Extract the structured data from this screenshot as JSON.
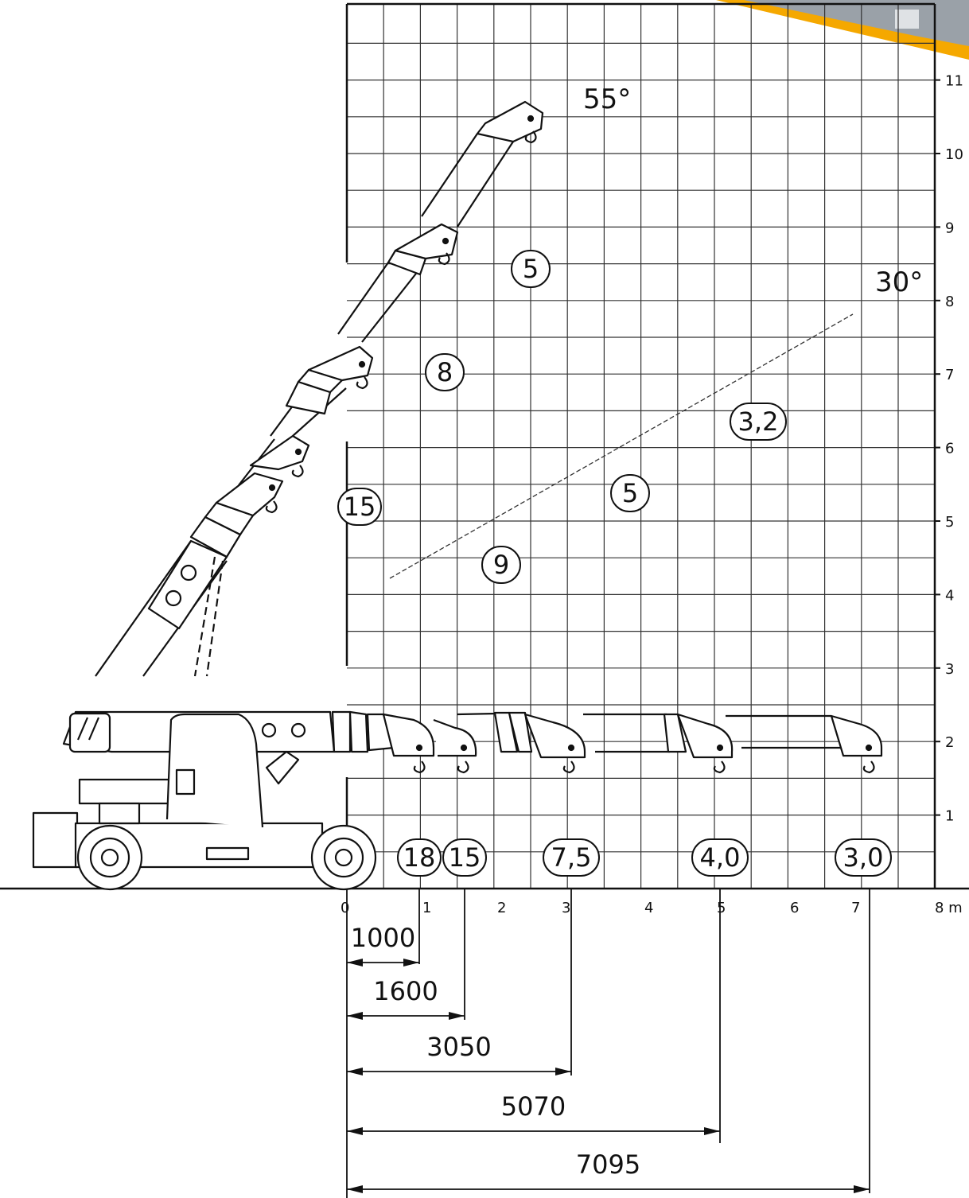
{
  "colors": {
    "accent": "#f5a800",
    "line": "#111111",
    "grid": "#333333"
  },
  "angles": {
    "high": "55°",
    "low": "30°"
  },
  "axes": {
    "y_tick_labels": [
      "1",
      "2",
      "3",
      "4",
      "5",
      "6",
      "7",
      "8",
      "9",
      "10",
      "11"
    ],
    "x_tick_labels": [
      "0",
      "1",
      "2",
      "3",
      "4",
      "5",
      "6",
      "7",
      "8 m"
    ]
  },
  "capacities": {
    "raised_55": [
      "5",
      "8",
      "15"
    ],
    "zone_30_and_above": [
      "3,2",
      "5",
      "9"
    ],
    "horizontal": [
      "18",
      "15",
      "7,5",
      "4,0",
      "3,0"
    ]
  },
  "reach_dimensions_mm": [
    "1000",
    "1600",
    "3050",
    "5070",
    "7095"
  ]
}
